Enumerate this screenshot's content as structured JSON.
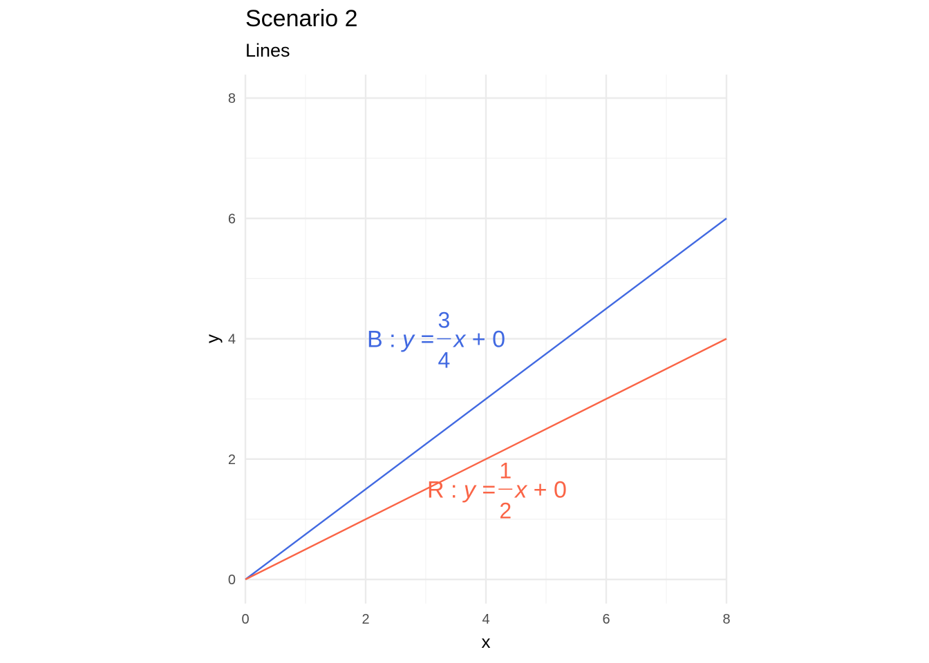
{
  "chart_data": {
    "type": "line",
    "title": "Scenario 2",
    "subtitle": "Lines",
    "xlabel": "x",
    "ylabel": "y",
    "xlim": [
      0,
      8
    ],
    "ylim": [
      -0.35,
      8.4
    ],
    "x_ticks": [
      0,
      2,
      4,
      6,
      8
    ],
    "y_ticks": [
      0,
      2,
      4,
      6,
      8
    ],
    "x_minor": [
      1,
      3,
      5,
      7
    ],
    "y_minor": [
      1,
      3,
      5,
      7
    ],
    "grid": true,
    "series": [
      {
        "name": "B",
        "color": "#4169E1",
        "x": [
          0,
          8
        ],
        "y": [
          0,
          6
        ],
        "label": {
          "prefix": "B : ",
          "var": "y",
          "eq": " = ",
          "numerator": "3",
          "denominator": "4",
          "suffix_var": "x",
          "suffix": " + 0",
          "x": 2,
          "y": 4
        }
      },
      {
        "name": "R",
        "color": "#FA6446",
        "x": [
          0,
          8
        ],
        "y": [
          0,
          4
        ],
        "label": {
          "prefix": "R : ",
          "var": "y",
          "eq": " = ",
          "numerator": "1",
          "denominator": "2",
          "suffix_var": "x",
          "suffix": " + 0",
          "x": 3,
          "y": 1.5
        }
      }
    ]
  }
}
